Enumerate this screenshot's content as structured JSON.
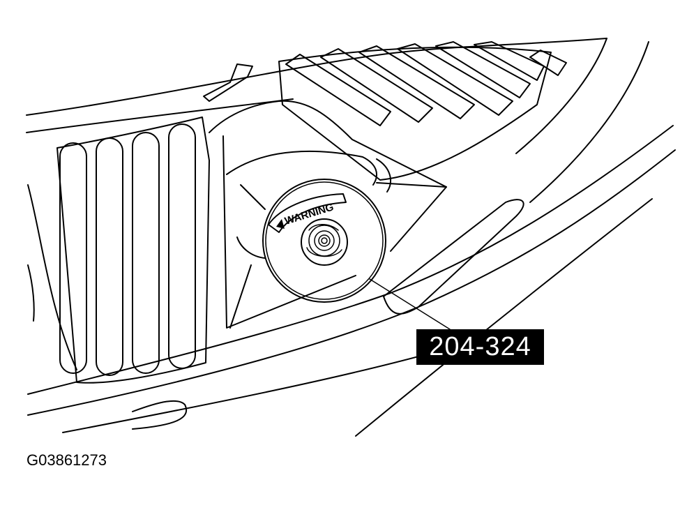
{
  "callout": {
    "label": "204-324"
  },
  "cap": {
    "warning_text": "WARNING"
  },
  "figure": {
    "id": "G03861273"
  },
  "colors": {
    "line": "#000000",
    "background": "#ffffff",
    "callout_bg": "#000000",
    "callout_text": "#ffffff"
  },
  "icons": {
    "warning": "warning-triangle-icon"
  }
}
